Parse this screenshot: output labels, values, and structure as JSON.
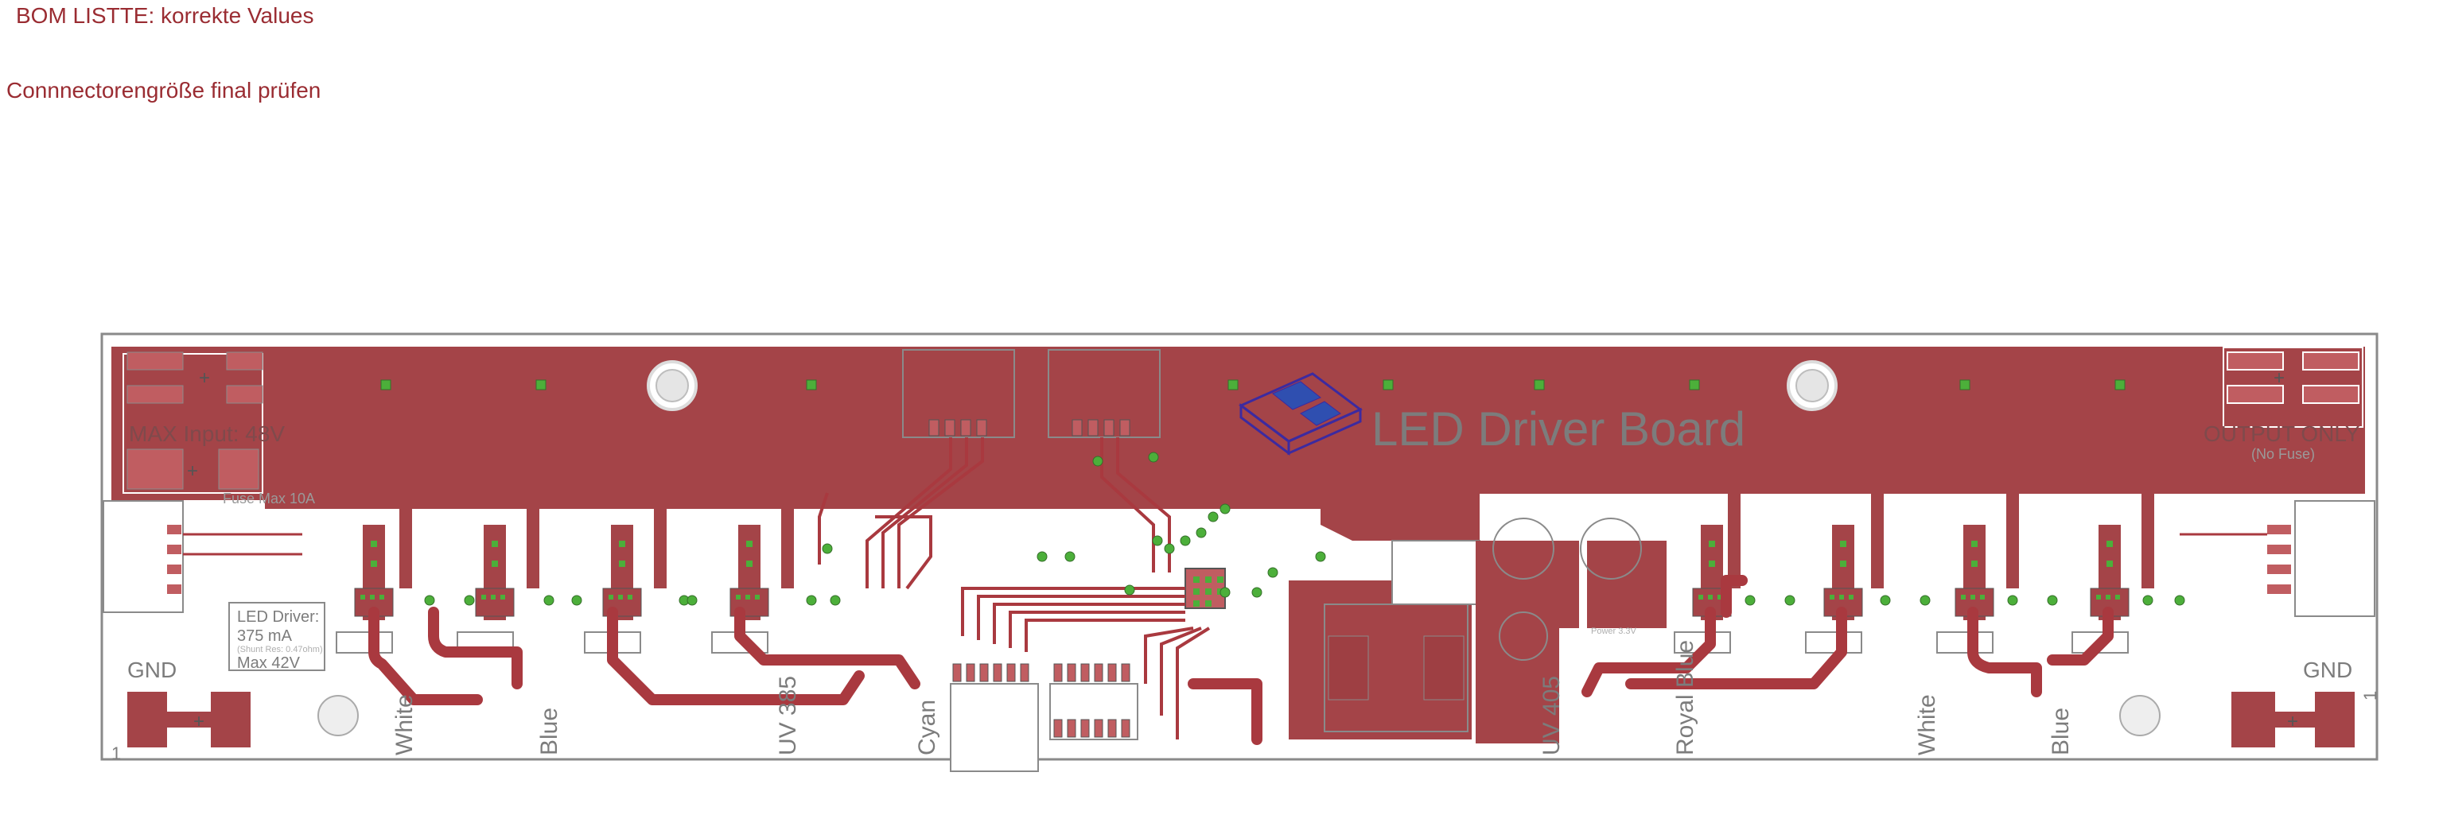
{
  "notes": {
    "bom": "BOM LISTTE: korrekte Values",
    "connector": "Connnectorengröße final prüfen"
  },
  "board": {
    "title": "LED Driver Board",
    "max_input": "MAX Input: 48V",
    "fuse": "Fuse Max 10A",
    "output_only": "OUTPUT ONLY",
    "no_fuse": "(No Fuse)",
    "gnd_left": "GND",
    "gnd_right": "GND",
    "pin1_left": "1",
    "pin1_right": "1",
    "led_driver_label": "LED Driver:",
    "current": "375 mA",
    "shunt": "(Shunt Res: 0.47ohm)",
    "max_v": "Max 42V",
    "power_label": "Power 3.3V",
    "channels": [
      "White",
      "Blue",
      "UV 385",
      "Cyan",
      "UV 405",
      "Royal Blue",
      "White",
      "Blue"
    ]
  },
  "colors": {
    "copper": "#a44448",
    "trace": "#a9393f",
    "outline": "#8a8a8a",
    "via": "#4caf3a",
    "logo": "#3c2aa0",
    "note": "#9a2c32"
  }
}
